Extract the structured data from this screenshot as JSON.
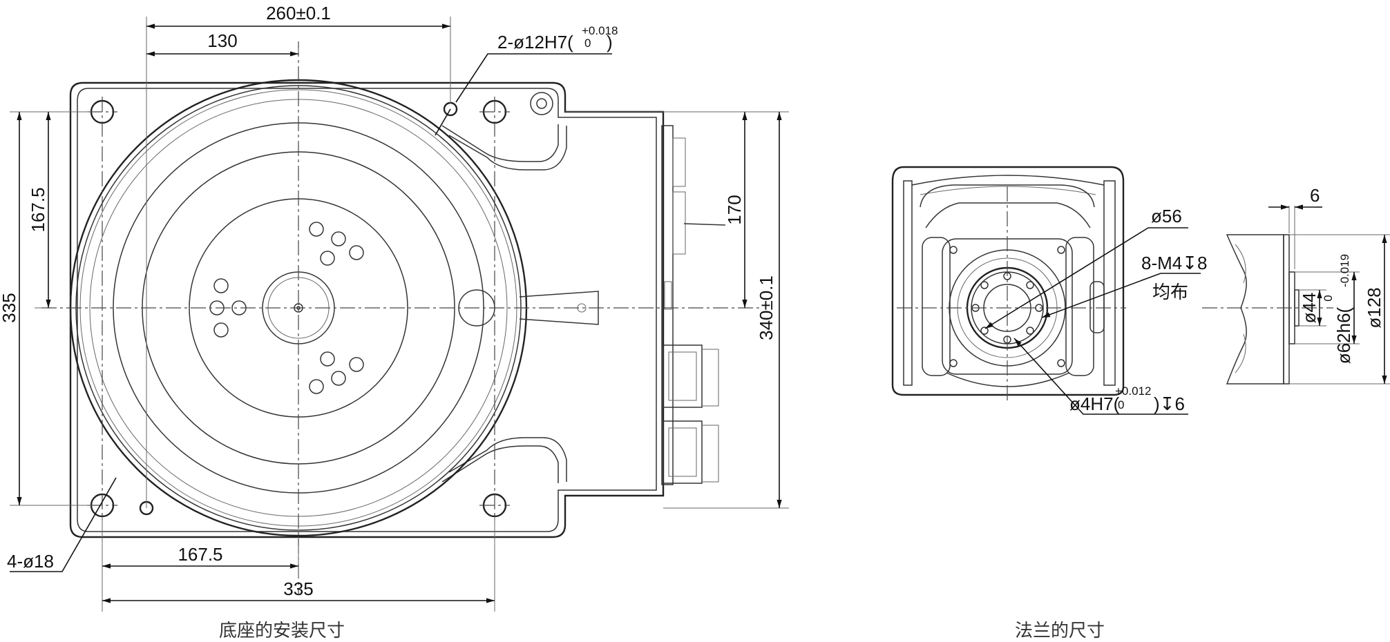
{
  "captions": {
    "base": "底座的安装尺寸",
    "flange": "法兰的尺寸"
  },
  "base_view": {
    "dim_260": "260±0.1",
    "dim_130": "130",
    "holes_2": "2-ø12H7(",
    "holes_2_tol_upper": "+0.018",
    "holes_2_tol_lower": "0",
    "holes_2_close": ")",
    "dim_167_5_v": "167.5",
    "dim_335_v": "335",
    "dim_170": "170",
    "dim_340": "340±0.1",
    "holes_4": "4-ø18",
    "dim_167_5_h": "167.5",
    "dim_335_h": "335"
  },
  "flange_view": {
    "dim_56": "ø56",
    "thread": "8-M4↧8",
    "even": "均布",
    "pin": "ø4H7(",
    "pin_tol_upper": "+0.012",
    "pin_tol_lower": "0",
    "pin_close": ")↧6"
  },
  "side_view": {
    "dim_6": "6",
    "dim_44": "ø44",
    "dim_62": "ø62h6(",
    "dim_62_tol": "-0.019",
    "dim_62_tol0": "0",
    "dim_128": "ø128"
  }
}
